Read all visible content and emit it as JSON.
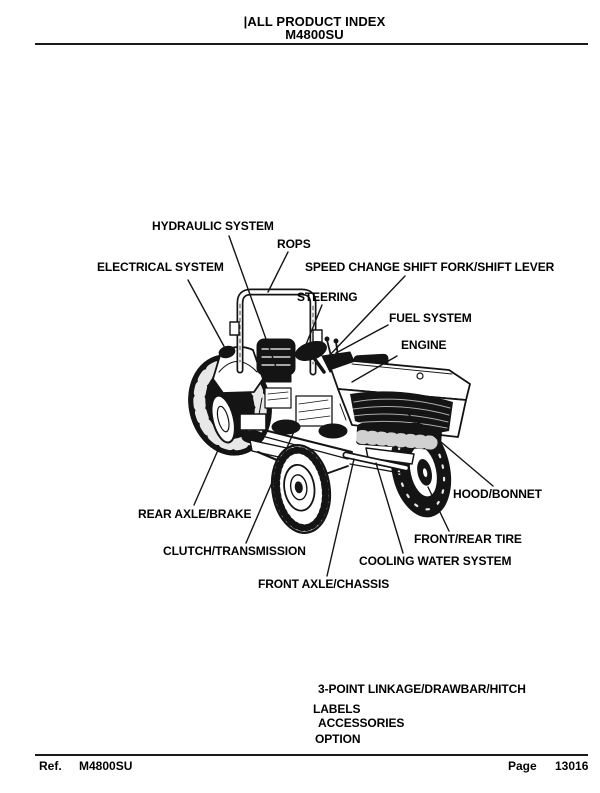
{
  "header": {
    "index_title": "|ALL PRODUCT INDEX",
    "model": "M4800SU"
  },
  "diagram": {
    "illustration": "tractor line drawing",
    "callouts": [
      {
        "id": "hydraulic-system",
        "text": "HYDRAULIC SYSTEM"
      },
      {
        "id": "rops",
        "text": "ROPS"
      },
      {
        "id": "electrical-system",
        "text": "ELECTRICAL SYSTEM"
      },
      {
        "id": "speed-change-shift-fork-shift-lever",
        "text": "SPEED CHANGE SHIFT FORK/SHIFT LEVER"
      },
      {
        "id": "steering",
        "text": "STEERING"
      },
      {
        "id": "fuel-system",
        "text": "FUEL SYSTEM"
      },
      {
        "id": "engine",
        "text": "ENGINE"
      },
      {
        "id": "hood-bonnet",
        "text": "HOOD/BONNET"
      },
      {
        "id": "rear-axle-brake",
        "text": "REAR AXLE/BRAKE"
      },
      {
        "id": "front-rear-tire",
        "text": "FRONT/REAR TIRE"
      },
      {
        "id": "clutch-transmission",
        "text": "CLUTCH/TRANSMISSION"
      },
      {
        "id": "cooling-water-system",
        "text": "COOLING WATER SYSTEM"
      },
      {
        "id": "front-axle-chassis",
        "text": "FRONT AXLE/CHASSIS"
      }
    ],
    "bottom_items": [
      "3-POINT LINKAGE/DRAWBAR/HITCH",
      "LABELS",
      "ACCESSORIES",
      "OPTION"
    ]
  },
  "footer": {
    "ref_label": "Ref.",
    "ref_value": "M4800SU",
    "page_label": "Page",
    "page_value": "13016"
  },
  "colors": {
    "ink": "#141414",
    "paper": "#ffffff"
  }
}
